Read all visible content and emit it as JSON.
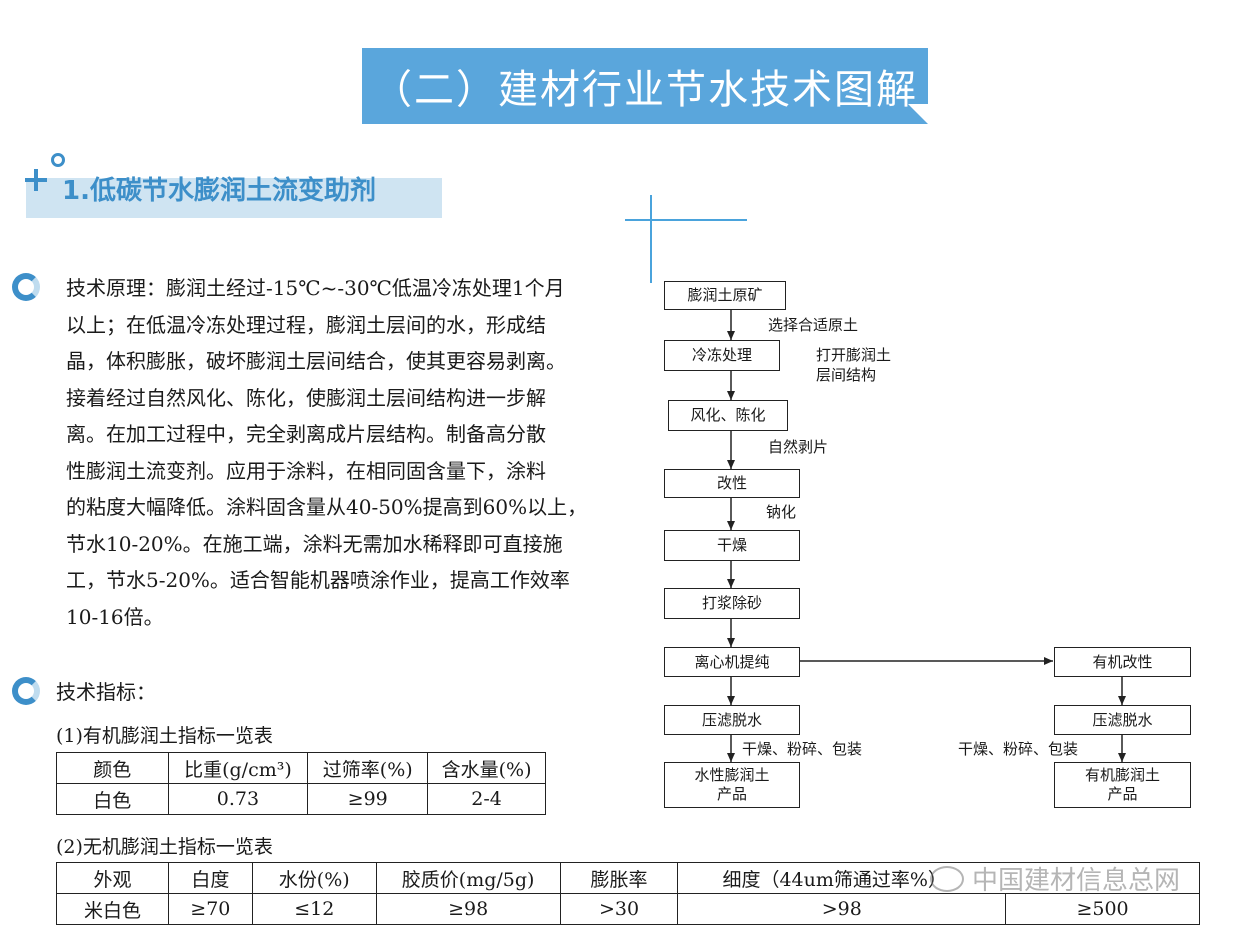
{
  "banner": {
    "title": "（二）建材行业节水技术图解"
  },
  "section": {
    "title": "1.低碳节水膨润土流变助剂"
  },
  "principle": {
    "lines": [
      "技术原理：膨润土经过-15℃~-30℃低温冷冻处理1个月",
      "以上；在低温冷冻处理过程，膨润土层间的水，形成结",
      "晶，体积膨胀，破坏膨润土层间结合，使其更容易剥离。",
      "接着经过自然风化、陈化，使膨润土层间结构进一步解",
      "离。在加工过程中，完全剥离成片层结构。制备高分散",
      "性膨润土流变剂。应用于涂料，在相同固含量下，涂料",
      "的粘度大幅降低。涂料固含量从40-50%提高到60%以上，",
      "节水10-20%。在施工端，涂料无需加水稀释即可直接施",
      "工，节水5-20%。适合智能机器喷涂作业，提高工作效率",
      "10-16倍。"
    ]
  },
  "indicators": {
    "title": "技术指标："
  },
  "table1": {
    "caption": "(1)有机膨润土指标一览表",
    "headers": [
      "颜色",
      "比重(g/cm³)",
      "过筛率(%)",
      "含水量(%)"
    ],
    "row": [
      "白色",
      "0.73",
      "≥99",
      "2-4"
    ]
  },
  "table2": {
    "caption": "(2)无机膨润土指标一览表",
    "headers": [
      "外观",
      "白度",
      "水份(%)",
      "胶质价(mg/5g)",
      "膨胀率",
      "细度（44um筛通过率%）"
    ],
    "row": [
      "米白色",
      "≥70",
      "≤12",
      "≥98",
      ">30",
      ">98",
      "≥500"
    ]
  },
  "flowchart": {
    "boxes": {
      "raw_ore": "膨润土原矿",
      "freeze": "冷冻处理",
      "weathering": "风化、陈化",
      "modify": "改性",
      "dry": "干燥",
      "slurry": "打浆除砂",
      "centrifuge": "离心机提纯",
      "organic_modify": "有机改性",
      "press_left": "压滤脱水",
      "press_right": "压滤脱水",
      "product_left": "水性膨润土\n产品",
      "product_right": "有机膨润土\n产品"
    },
    "labels": {
      "select": "选择合适原土",
      "open": "打开膨润土\n层间结构",
      "natural": "自然剥片",
      "sodium": "钠化",
      "process_left": "干燥、粉碎、包装",
      "process_right": "干燥、粉碎、包装"
    }
  },
  "watermark": {
    "text": "中国建材信息总网"
  }
}
